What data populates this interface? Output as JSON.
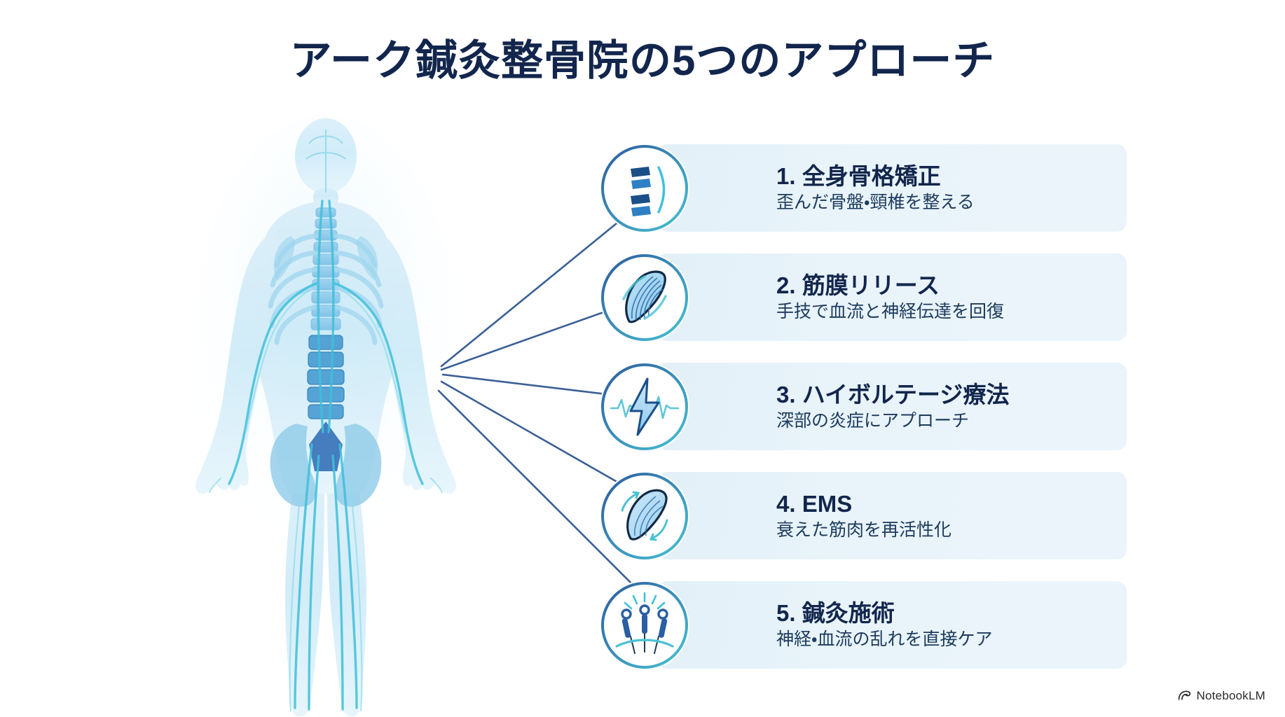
{
  "title": "アーク鍼灸整骨院の5つのアプローチ",
  "colors": {
    "title_navy": "#12264d",
    "card_bg_start": "#e3f0f8",
    "card_bg_end": "#eaf4fa",
    "icon_ring_dark": "#2d5c9e",
    "icon_ring_light": "#49c2d4",
    "accent_cyan": "#45bfd2",
    "accent_blue": "#2f6bb5",
    "connector_line": "#3a5f96",
    "body_fill": "#bfe4f4"
  },
  "cards": [
    {
      "number": "1.",
      "title": "1. 全身骨格矯正",
      "subtitle": "歪んだ骨盤・頸椎を整える",
      "icon": "spine-icon"
    },
    {
      "number": "2.",
      "title": "2. 筋膜リリース",
      "subtitle": "手技で血流と神経伝達を回復",
      "icon": "muscle-fascia-icon"
    },
    {
      "number": "3.",
      "title": "3. ハイボルテージ療法",
      "subtitle": "深部の炎症にアプローチ",
      "icon": "lightning-pulse-icon"
    },
    {
      "number": "4.",
      "title": "4. EMS",
      "subtitle": "衰えた筋肉を再活性化",
      "icon": "muscle-ems-icon"
    },
    {
      "number": "5.",
      "title": "5. 鍼灸施術",
      "subtitle": "神経・血流の乱れを直接ケア",
      "icon": "acupuncture-needles-icon"
    }
  ],
  "illustration": {
    "name": "human-body-anatomy-illustration",
    "description": "半透明の人体（骨格・神経・血管）正面イラスト"
  },
  "watermark": {
    "label": "NotebookLM"
  }
}
